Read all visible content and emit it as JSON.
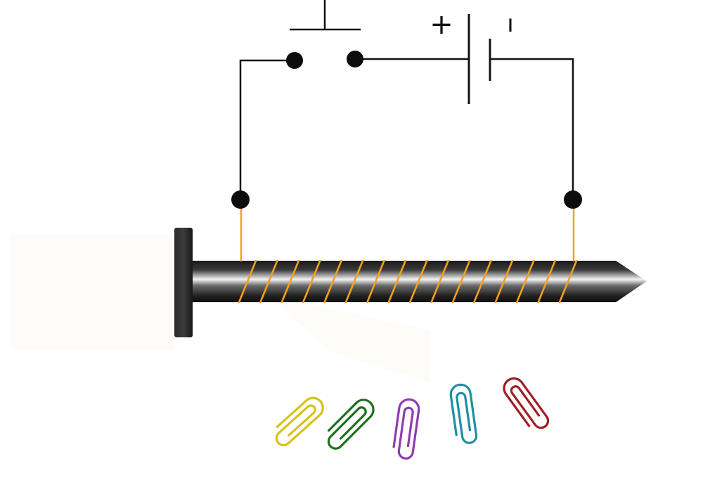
{
  "battery": {
    "positive_label": "+",
    "negative_label": "ı"
  },
  "colors": {
    "wire": "#111111",
    "coil": "#f4a01c",
    "nail_dark": "#1e1e1e",
    "nail_light": "#e8e8e8",
    "clip_yellow": "#d8c21a",
    "clip_green": "#1f6f1f",
    "clip_purple": "#8e3bb3",
    "clip_teal": "#1d8fa0",
    "clip_red": "#a01e22"
  },
  "paperclips": [
    {
      "name": "paperclip-yellow",
      "color": "#d8c21a"
    },
    {
      "name": "paperclip-green",
      "color": "#1f6f1f"
    },
    {
      "name": "paperclip-purple",
      "color": "#8e3bb3"
    },
    {
      "name": "paperclip-teal",
      "color": "#1d8fa0"
    },
    {
      "name": "paperclip-red",
      "color": "#a01e22"
    }
  ]
}
